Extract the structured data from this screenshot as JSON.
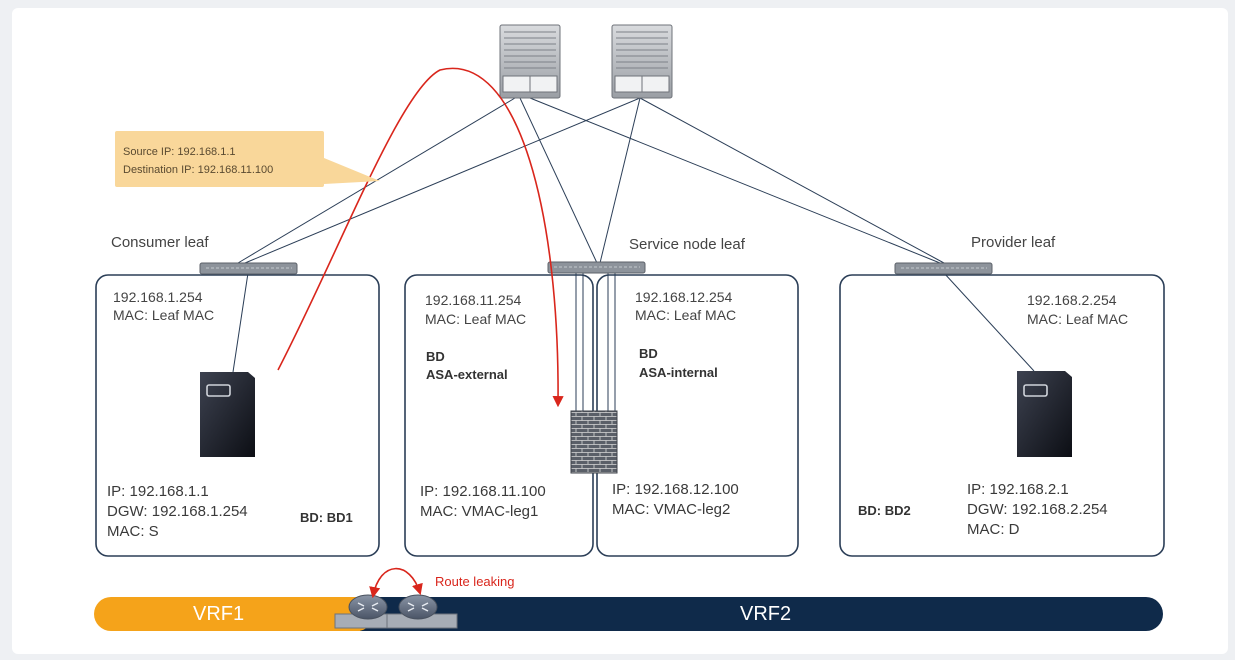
{
  "callout": {
    "source": "Source IP: 192.168.1.1",
    "destination": "Destination IP: 192.168.11.100"
  },
  "leaves": {
    "consumer": "Consumer leaf",
    "service": "Service node leaf",
    "provider": "Provider leaf"
  },
  "consumer_box": {
    "gateway_ip": "192.168.1.254",
    "gateway_mac": "MAC: Leaf MAC",
    "ip": "IP: 192.168.1.1",
    "dgw": "DGW: 192.168.1.254",
    "mac": "MAC: S",
    "bd": "BD: BD1"
  },
  "external_box": {
    "gateway_ip": "192.168.11.254",
    "gateway_mac": "MAC: Leaf MAC",
    "bd_label": "BD",
    "bd_name": "ASA-external",
    "ip": "IP: 192.168.11.100",
    "mac": "MAC: VMAC-leg1"
  },
  "internal_box": {
    "gateway_ip": "192.168.12.254",
    "gateway_mac": "MAC: Leaf MAC",
    "bd_label": "BD",
    "bd_name": "ASA-internal",
    "ip": "IP: 192.168.12.100",
    "mac": "MAC: VMAC-leg2"
  },
  "provider_box": {
    "gateway_ip": "192.168.2.254",
    "gateway_mac": "MAC: Leaf MAC",
    "bd": "BD: BD2",
    "ip": "IP: 192.168.2.1",
    "dgw": "DGW: 192.168.2.254",
    "mac": "MAC: D"
  },
  "route_leaking": "Route leaking",
  "vrf1": "VRF1",
  "vrf2": "VRF2",
  "colors": {
    "box_border": "#2b3e57",
    "link": "#2b3e57",
    "flow_arrow": "#d9261c",
    "vrf1": "#f5a31a",
    "vrf2": "#0f2a4a",
    "callout": "#f9d79a"
  },
  "icons": [
    "spine-switch-icon",
    "leaf-switch-icon",
    "server-icon",
    "firewall-icon",
    "router-icon"
  ]
}
